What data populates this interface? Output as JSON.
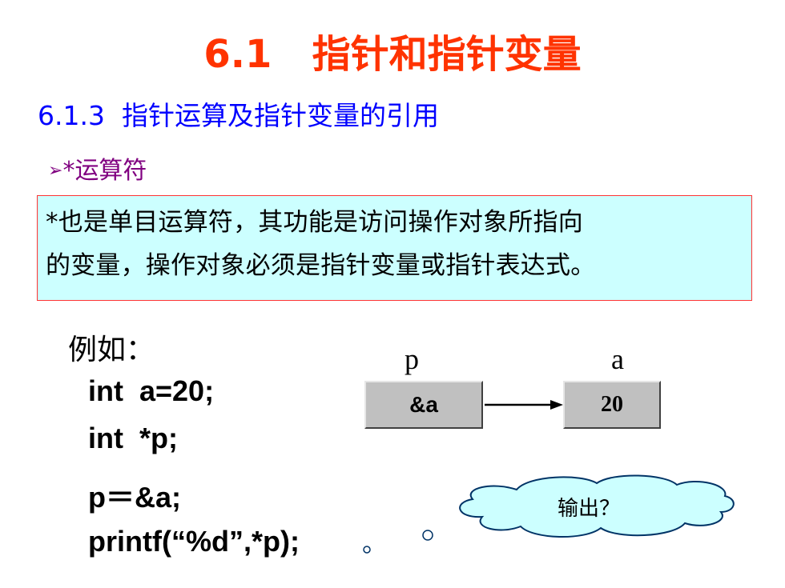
{
  "slide": {
    "title": "6.1   指针和指针变量",
    "subtitle": "6.1.3  指针运算及指针变量的引用",
    "bullet_marker": "➢",
    "bullet_text": "*运算符",
    "definition_lines": [
      "*也是单目运算符，其功能是访问操作对象所指向",
      "的变量，操作对象必须是指针变量或指针表达式。"
    ],
    "example_label": "例如：",
    "code_lines": [
      "int  a=20;",
      "int  *p;",
      "p＝&a;",
      "printf(“%d”,*p);"
    ]
  },
  "diagram": {
    "pointer_name": "p",
    "pointer_value": "&a",
    "target_name": "a",
    "target_value": "20"
  },
  "callout": {
    "text": "输出？"
  },
  "colors": {
    "title": "#ff3300",
    "subtitle": "#0000ff",
    "bullet": "#800080",
    "box_fill": "#ccffff",
    "box_border": "#ff3333",
    "cell_fill": "#c0c0c0",
    "cloud_fill": "#ccffff"
  }
}
